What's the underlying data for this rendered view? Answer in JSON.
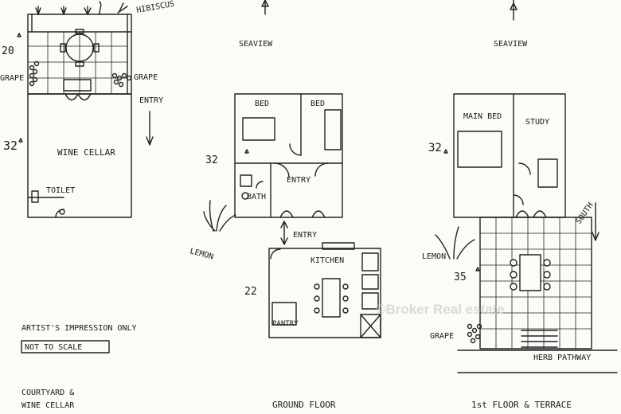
{
  "labels": {
    "hibiscus": "HIBISCUS",
    "grape_left": "GRAPE",
    "grape_right": "GRAPE",
    "grape_terrace": "GRAPE",
    "num_20": "20",
    "num_32_left": "32",
    "num_32_mid": "32",
    "num_32_right": "32",
    "num_22": "22",
    "num_35": "35",
    "entry_courtyard": "ENTRY",
    "wine_cellar": "WINE CELLAR",
    "toilet": "TOILET",
    "seaview_mid": "SEAVIEW",
    "seaview_right": "SEAVIEW",
    "bed_1": "BED",
    "bed_2": "BED",
    "entry_ground": "ENTRY",
    "bath": "BATH",
    "lemon_mid": "LEMON",
    "entry_kitchen": "ENTRY",
    "kitchen": "KITCHEN",
    "pantry": "PANTRY",
    "main_bed": "MAIN BED",
    "study": "STUDY",
    "south": "SOUTH",
    "lemon_right": "LEMON",
    "herb_pathway": "HERB PATHWAY",
    "artists_impression": "ARTIST'S IMPRESSION ONLY",
    "not_to_scale": "NOT TO SCALE",
    "caption_courtyard_1": "COURTYARD &",
    "caption_courtyard_2": "WINE CELLAR",
    "caption_ground": "GROUND FLOOR",
    "caption_first": "1st FLOOR & TERRACE",
    "watermark": "©Broker Real estate"
  }
}
